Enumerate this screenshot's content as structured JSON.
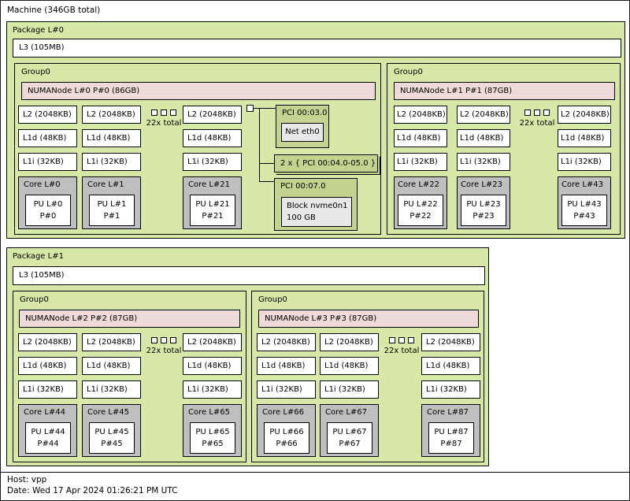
{
  "machine": {
    "label": "Machine (346GB total)"
  },
  "legend": {
    "host": "Host: vpp",
    "date": "Date: Wed 17 Apr 2024 01:26:21 PM UTC"
  },
  "packages": [
    {
      "label": "Package L#0",
      "l3": "L3 (105MB)"
    },
    {
      "label": "Package L#1",
      "l3": "L3 (105MB)"
    }
  ],
  "groups": [
    {
      "label": "Group0",
      "numa": "NUMANode L#0 P#0 (86GB)",
      "more": "22x total",
      "cols": [
        {
          "l2": "L2 (2048KB)",
          "l1d": "L1d (48KB)",
          "l1i": "L1i (32KB)",
          "core": "Core L#0",
          "pu_l": "PU L#0",
          "pu_p": "P#0"
        },
        {
          "l2": "L2 (2048KB)",
          "l1d": "L1d (48KB)",
          "l1i": "L1i (32KB)",
          "core": "Core L#1",
          "pu_l": "PU L#1",
          "pu_p": "P#1"
        },
        {
          "l2": "L2 (2048KB)",
          "l1d": "L1d (48KB)",
          "l1i": "L1i (32KB)",
          "core": "Core L#21",
          "pu_l": "PU L#21",
          "pu_p": "P#21"
        }
      ]
    },
    {
      "label": "Group0",
      "numa": "NUMANode L#1 P#1 (87GB)",
      "more": "22x total",
      "cols": [
        {
          "l2": "L2 (2048KB)",
          "l1d": "L1d (48KB)",
          "l1i": "L1i (32KB)",
          "core": "Core L#22",
          "pu_l": "PU L#22",
          "pu_p": "P#22"
        },
        {
          "l2": "L2 (2048KB)",
          "l1d": "L1d (48KB)",
          "l1i": "L1i (32KB)",
          "core": "Core L#23",
          "pu_l": "PU L#23",
          "pu_p": "P#23"
        },
        {
          "l2": "L2 (2048KB)",
          "l1d": "L1d (48KB)",
          "l1i": "L1i (32KB)",
          "core": "Core L#43",
          "pu_l": "PU L#43",
          "pu_p": "P#43"
        }
      ]
    },
    {
      "label": "Group0",
      "numa": "NUMANode L#2 P#2 (87GB)",
      "more": "22x total",
      "cols": [
        {
          "l2": "L2 (2048KB)",
          "l1d": "L1d (48KB)",
          "l1i": "L1i (32KB)",
          "core": "Core L#44",
          "pu_l": "PU L#44",
          "pu_p": "P#44"
        },
        {
          "l2": "L2 (2048KB)",
          "l1d": "L1d (48KB)",
          "l1i": "L1i (32KB)",
          "core": "Core L#45",
          "pu_l": "PU L#45",
          "pu_p": "P#45"
        },
        {
          "l2": "L2 (2048KB)",
          "l1d": "L1d (48KB)",
          "l1i": "L1i (32KB)",
          "core": "Core L#65",
          "pu_l": "PU L#65",
          "pu_p": "P#65"
        }
      ]
    },
    {
      "label": "Group0",
      "numa": "NUMANode L#3 P#3 (87GB)",
      "more": "22x total",
      "cols": [
        {
          "l2": "L2 (2048KB)",
          "l1d": "L1d (48KB)",
          "l1i": "L1i (32KB)",
          "core": "Core L#66",
          "pu_l": "PU L#66",
          "pu_p": "P#66"
        },
        {
          "l2": "L2 (2048KB)",
          "l1d": "L1d (48KB)",
          "l1i": "L1i (32KB)",
          "core": "Core L#67",
          "pu_l": "PU L#67",
          "pu_p": "P#67"
        },
        {
          "l2": "L2 (2048KB)",
          "l1d": "L1d (48KB)",
          "l1i": "L1i (32KB)",
          "core": "Core L#87",
          "pu_l": "PU L#87",
          "pu_p": "P#87"
        }
      ]
    }
  ],
  "pci": {
    "bridge1_label": "PCI 00:03.0",
    "net_label": "Net eth0",
    "multi_label": "2 x { PCI 00:04.0-05.0 }",
    "bridge2_label": "PCI 00:07.0",
    "block_label": "Block nvme0n1",
    "block_size": "100 GB"
  },
  "colors": {
    "package_green": "#d8e8a7",
    "pci_green": "#c4d48f",
    "numa_pink": "#eedbd8",
    "core_gray": "#bfbfbf",
    "device_gray": "#e8e8e8"
  }
}
